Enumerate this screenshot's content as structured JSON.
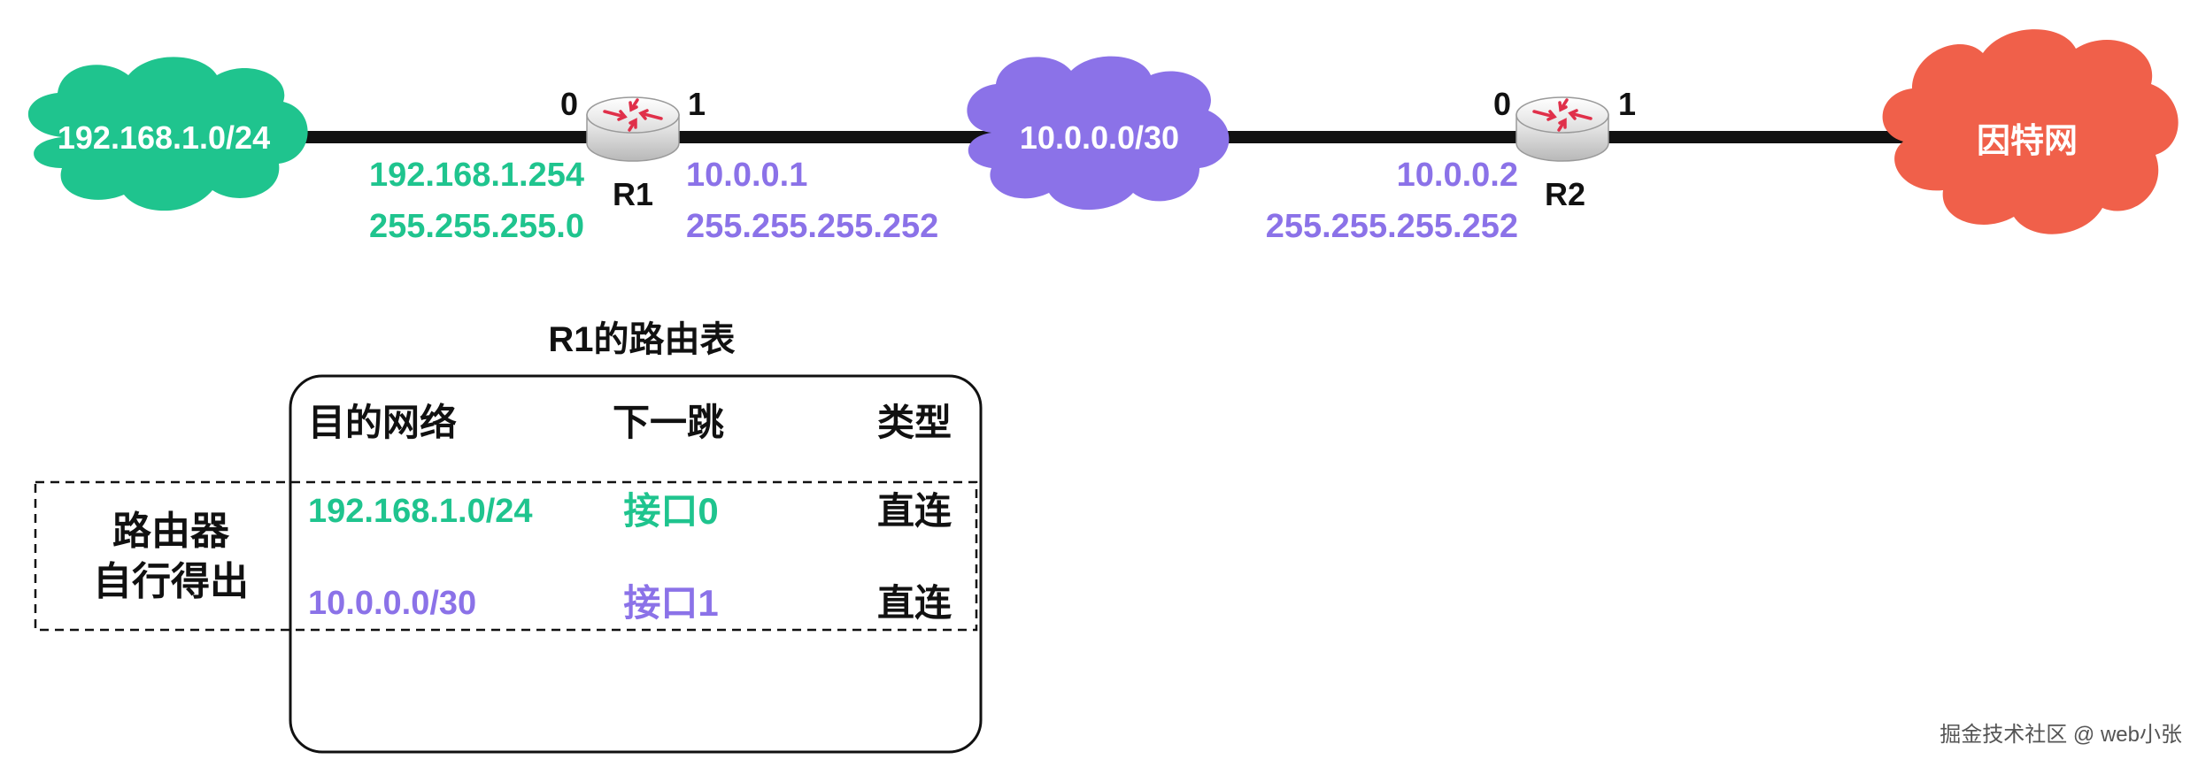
{
  "colors": {
    "green": "#1fc48e",
    "purple": "#8b72e8",
    "red": "#f0604a",
    "black": "#111111"
  },
  "networks": {
    "lan": "192.168.1.0/24",
    "transit": "10.0.0.0/30",
    "internet": "因特网"
  },
  "routers": {
    "r1": {
      "name": "R1",
      "port0": "0",
      "port1": "1",
      "if0_ip": "192.168.1.254",
      "if0_mask": "255.255.255.0",
      "if1_ip": "10.0.0.1",
      "if1_mask": "255.255.255.252"
    },
    "r2": {
      "name": "R2",
      "port0": "0",
      "port1": "1",
      "if0_ip": "10.0.0.2",
      "if0_mask": "255.255.255.252"
    }
  },
  "routing_table": {
    "title": "R1的路由表",
    "headers": [
      "目的网络",
      "下一跳",
      "类型"
    ],
    "rows": [
      {
        "dest": "192.168.1.0/24",
        "next_hop": "接口0",
        "type": "直连"
      },
      {
        "dest": "10.0.0.0/30",
        "next_hop": "接口1",
        "type": "直连"
      }
    ],
    "side_label_line1": "路由器",
    "side_label_line2": "自行得出"
  },
  "watermark": "掘金技术社区 @ web小张"
}
